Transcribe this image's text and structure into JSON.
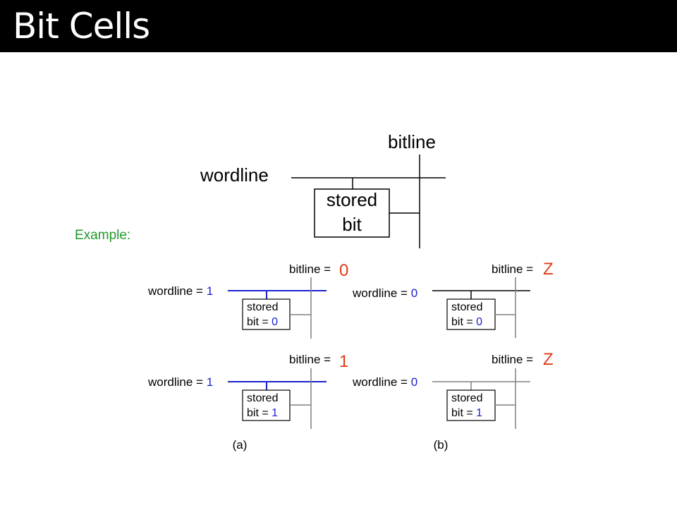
{
  "slide": {
    "title": "Bit Cells",
    "example_label": "Example:"
  },
  "main_diagram": {
    "bitline_label": "bitline",
    "wordline_label": "wordline",
    "cell_line1": "stored",
    "cell_line2": "bit"
  },
  "examples": {
    "a_label": "(a)",
    "b_label": "(b)",
    "a1": {
      "wordline_text": "wordline = ",
      "wordline_value": "1",
      "bitline_text": "bitline = ",
      "bitline_value": "0",
      "cell_line1": "stored",
      "cell_line2": "bit = ",
      "cell_value": "0"
    },
    "a2": {
      "wordline_text": "wordline = ",
      "wordline_value": "1",
      "bitline_text": "bitline = ",
      "bitline_value": "1",
      "cell_line1": "stored",
      "cell_line2": "bit = ",
      "cell_value": "1"
    },
    "b1": {
      "wordline_text": "wordline = ",
      "wordline_value": "0",
      "bitline_text": "bitline = ",
      "bitline_value": "Z",
      "cell_line1": "stored",
      "cell_line2": "bit = ",
      "cell_value": "0"
    },
    "b2": {
      "wordline_text": "wordline = ",
      "wordline_value": "0",
      "bitline_text": "bitline = ",
      "bitline_value": "Z",
      "cell_line1": "stored",
      "cell_line2": "bit = ",
      "cell_value": "1"
    }
  },
  "colors": {
    "title_bg": "#000000",
    "title_text": "#ffffff",
    "example_label": "#1f9a2a",
    "active_blue": "#1a22cc",
    "bitline_value_red": "#e03a16",
    "inactive_gray": "#808080"
  }
}
